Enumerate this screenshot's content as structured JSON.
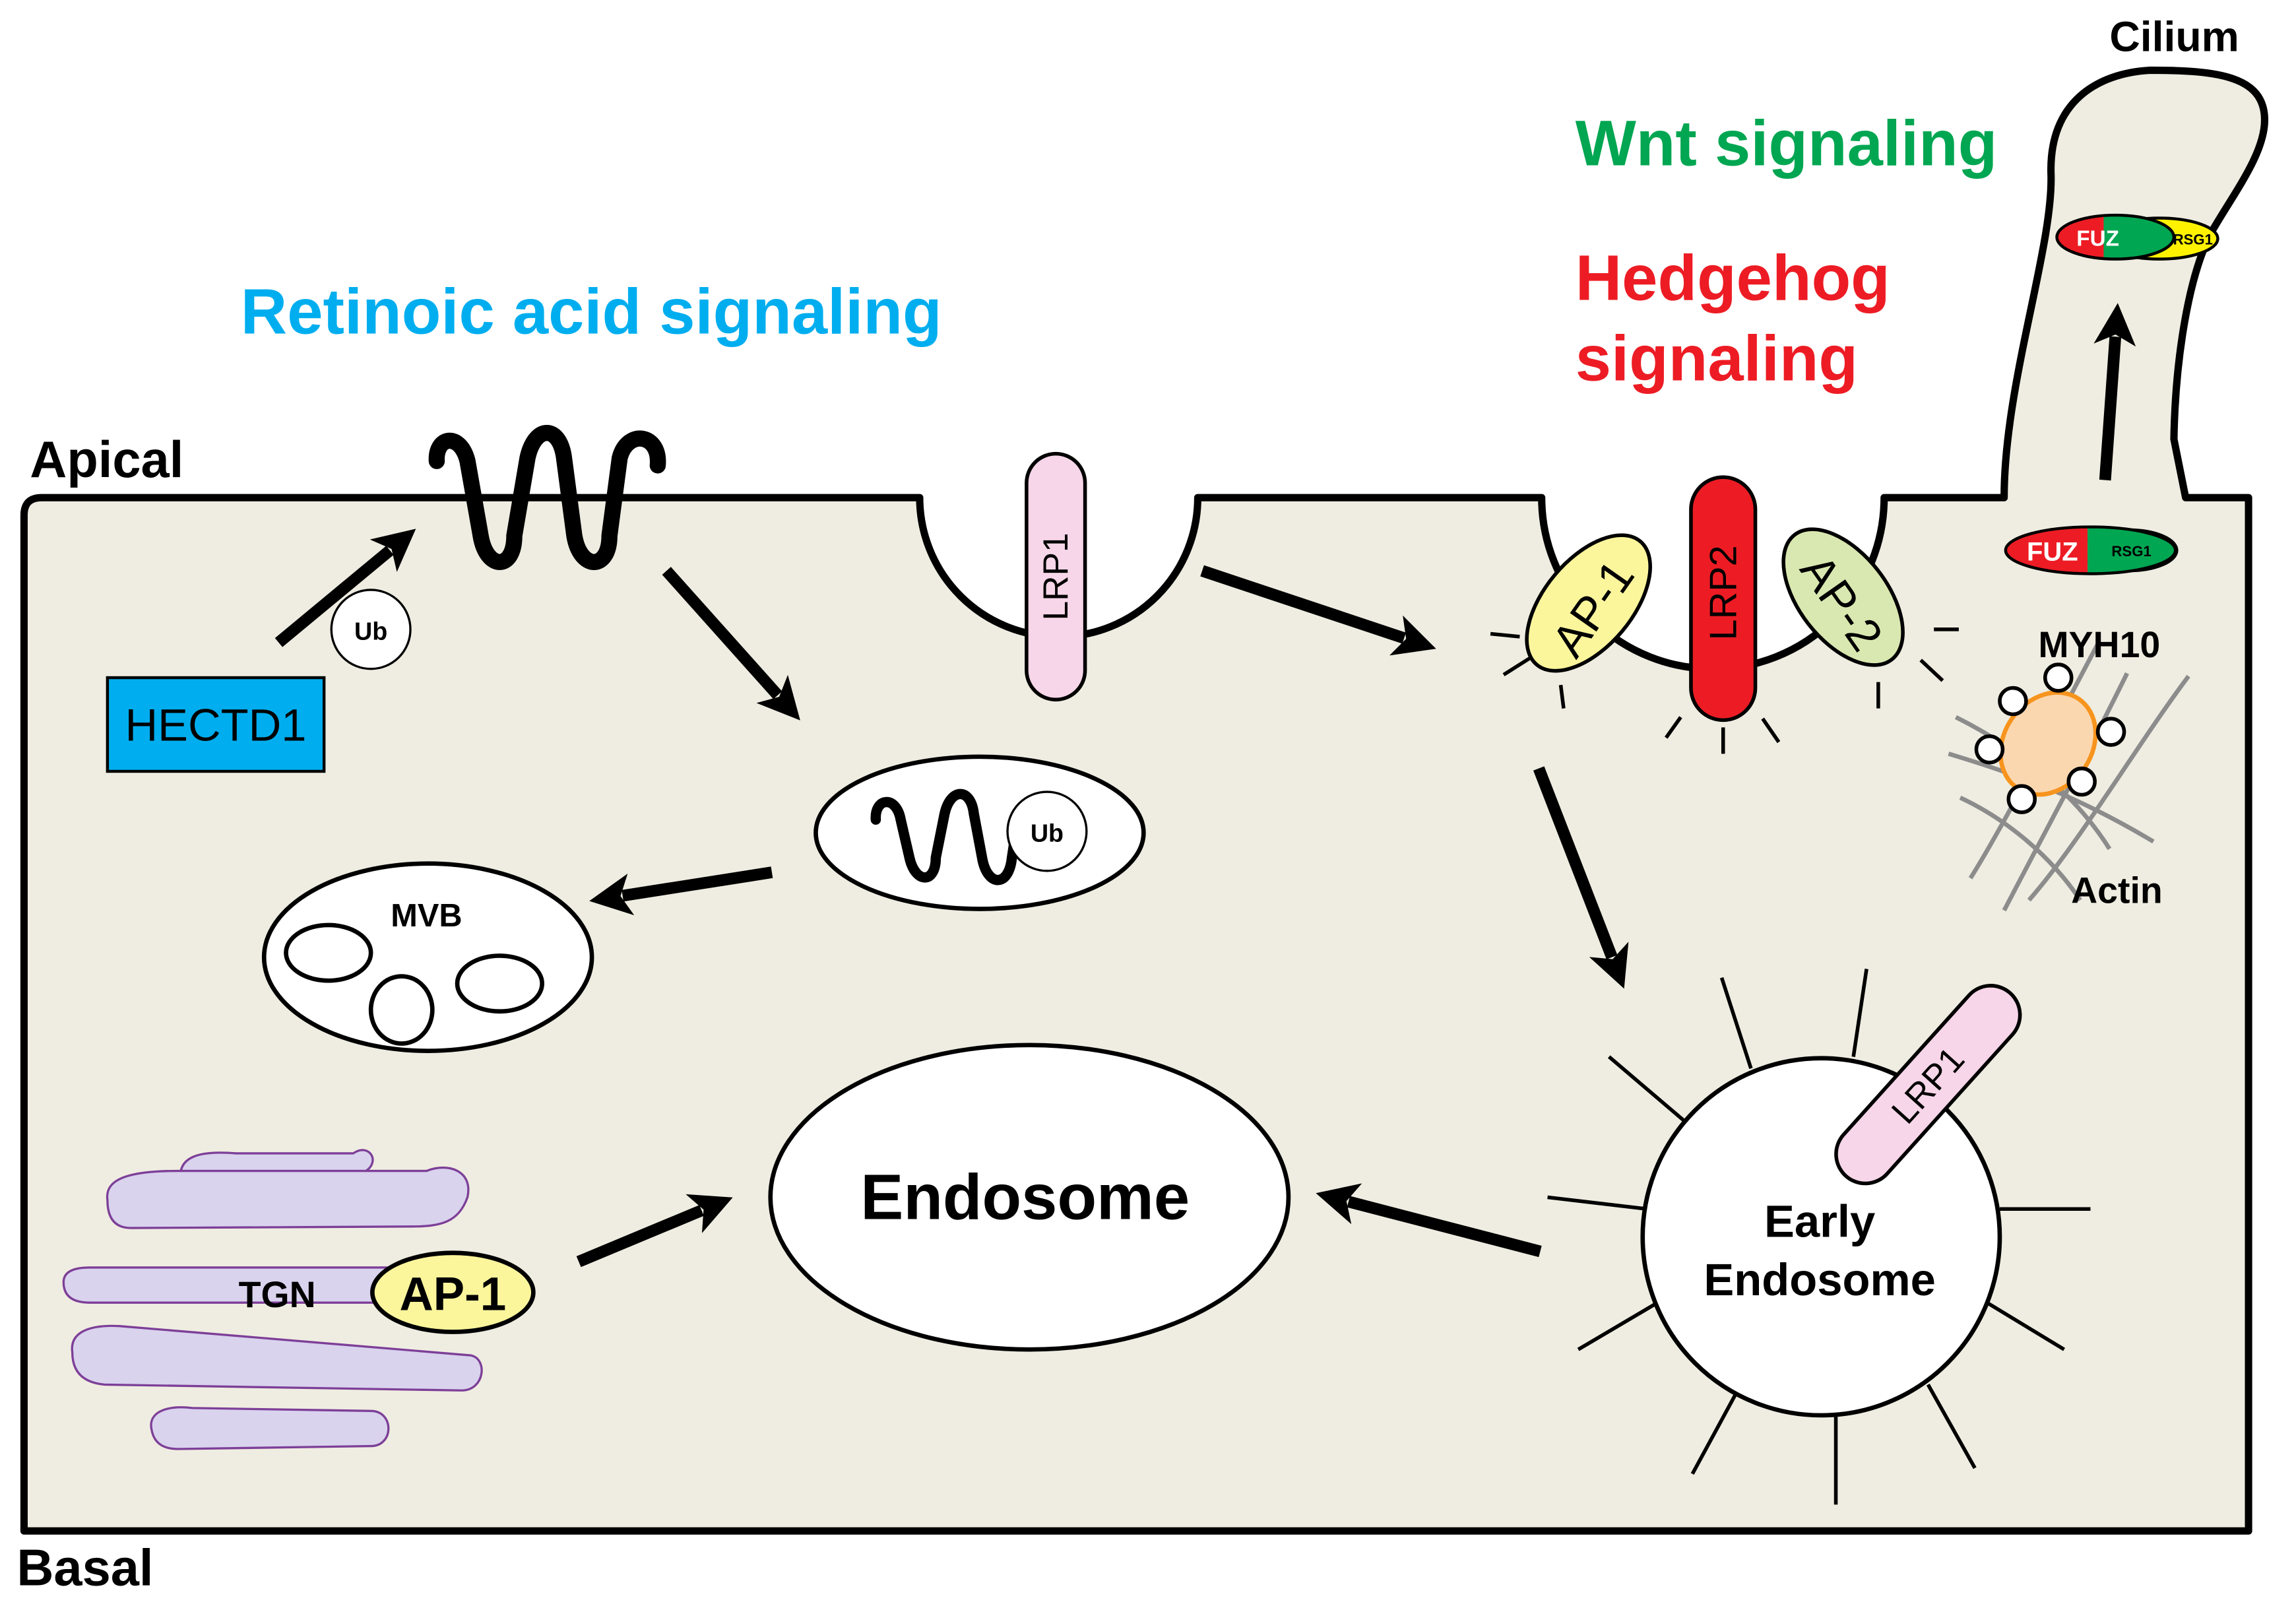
{
  "colors": {
    "cell_fill": "#efede1",
    "wnt": "#00a651",
    "hedgehog": "#ed1c24",
    "retinoic": "#00aeef",
    "hectd1_box": "#00aeef",
    "lrp1_fill": "#f6d6e8",
    "lrp2_fill": "#ed1c24",
    "ap1_fill": "#fbf59c",
    "ap2_fill": "#d9e8b0",
    "fuz_red": "#ed1c24",
    "fuz_green": "#00a651",
    "rsg1_yellow": "#fff200",
    "tgn_fill": "#d9d3ee",
    "tgn_stroke": "#7d3f98",
    "myh10_orange": "#f7941d",
    "myh10_fill": "#fbd7b0",
    "actin_gray": "#8c8c8c"
  },
  "labels": {
    "cilium": "Cilium",
    "wnt": "Wnt signaling",
    "hedgehog_line1": "Hedgehog",
    "hedgehog_line2": "signaling",
    "retinoic": "Retinoic acid signaling",
    "apical": "Apical",
    "basal": "Basal",
    "hectd1": "HECTD1",
    "ub_top": "Ub",
    "ub_vesicle": "Ub",
    "lrp1_membrane": "LRP1",
    "lrp1_endosome": "LRP1",
    "lrp2": "LRP2",
    "ap1_membrane": "AP-1",
    "ap2": "AP-2",
    "ap1_tgn": "AP-1",
    "fuz_top": "FUZ",
    "rsg1_top": "RSG1",
    "fuz_bottom": "FUZ",
    "rsg1_bottom": "RSG1",
    "myh10": "MYH10",
    "actin": "Actin",
    "mvb": "MVB",
    "endosome": "Endosome",
    "early_endosome_line1": "Early",
    "early_endosome_line2": "Endosome",
    "tgn": "TGN"
  },
  "icons": [
    "receptor-icon",
    "ubiquitin-icon",
    "arrow-icon",
    "vesicle-icon",
    "golgi-icon",
    "actin-filament-icon",
    "myosin-icon"
  ]
}
